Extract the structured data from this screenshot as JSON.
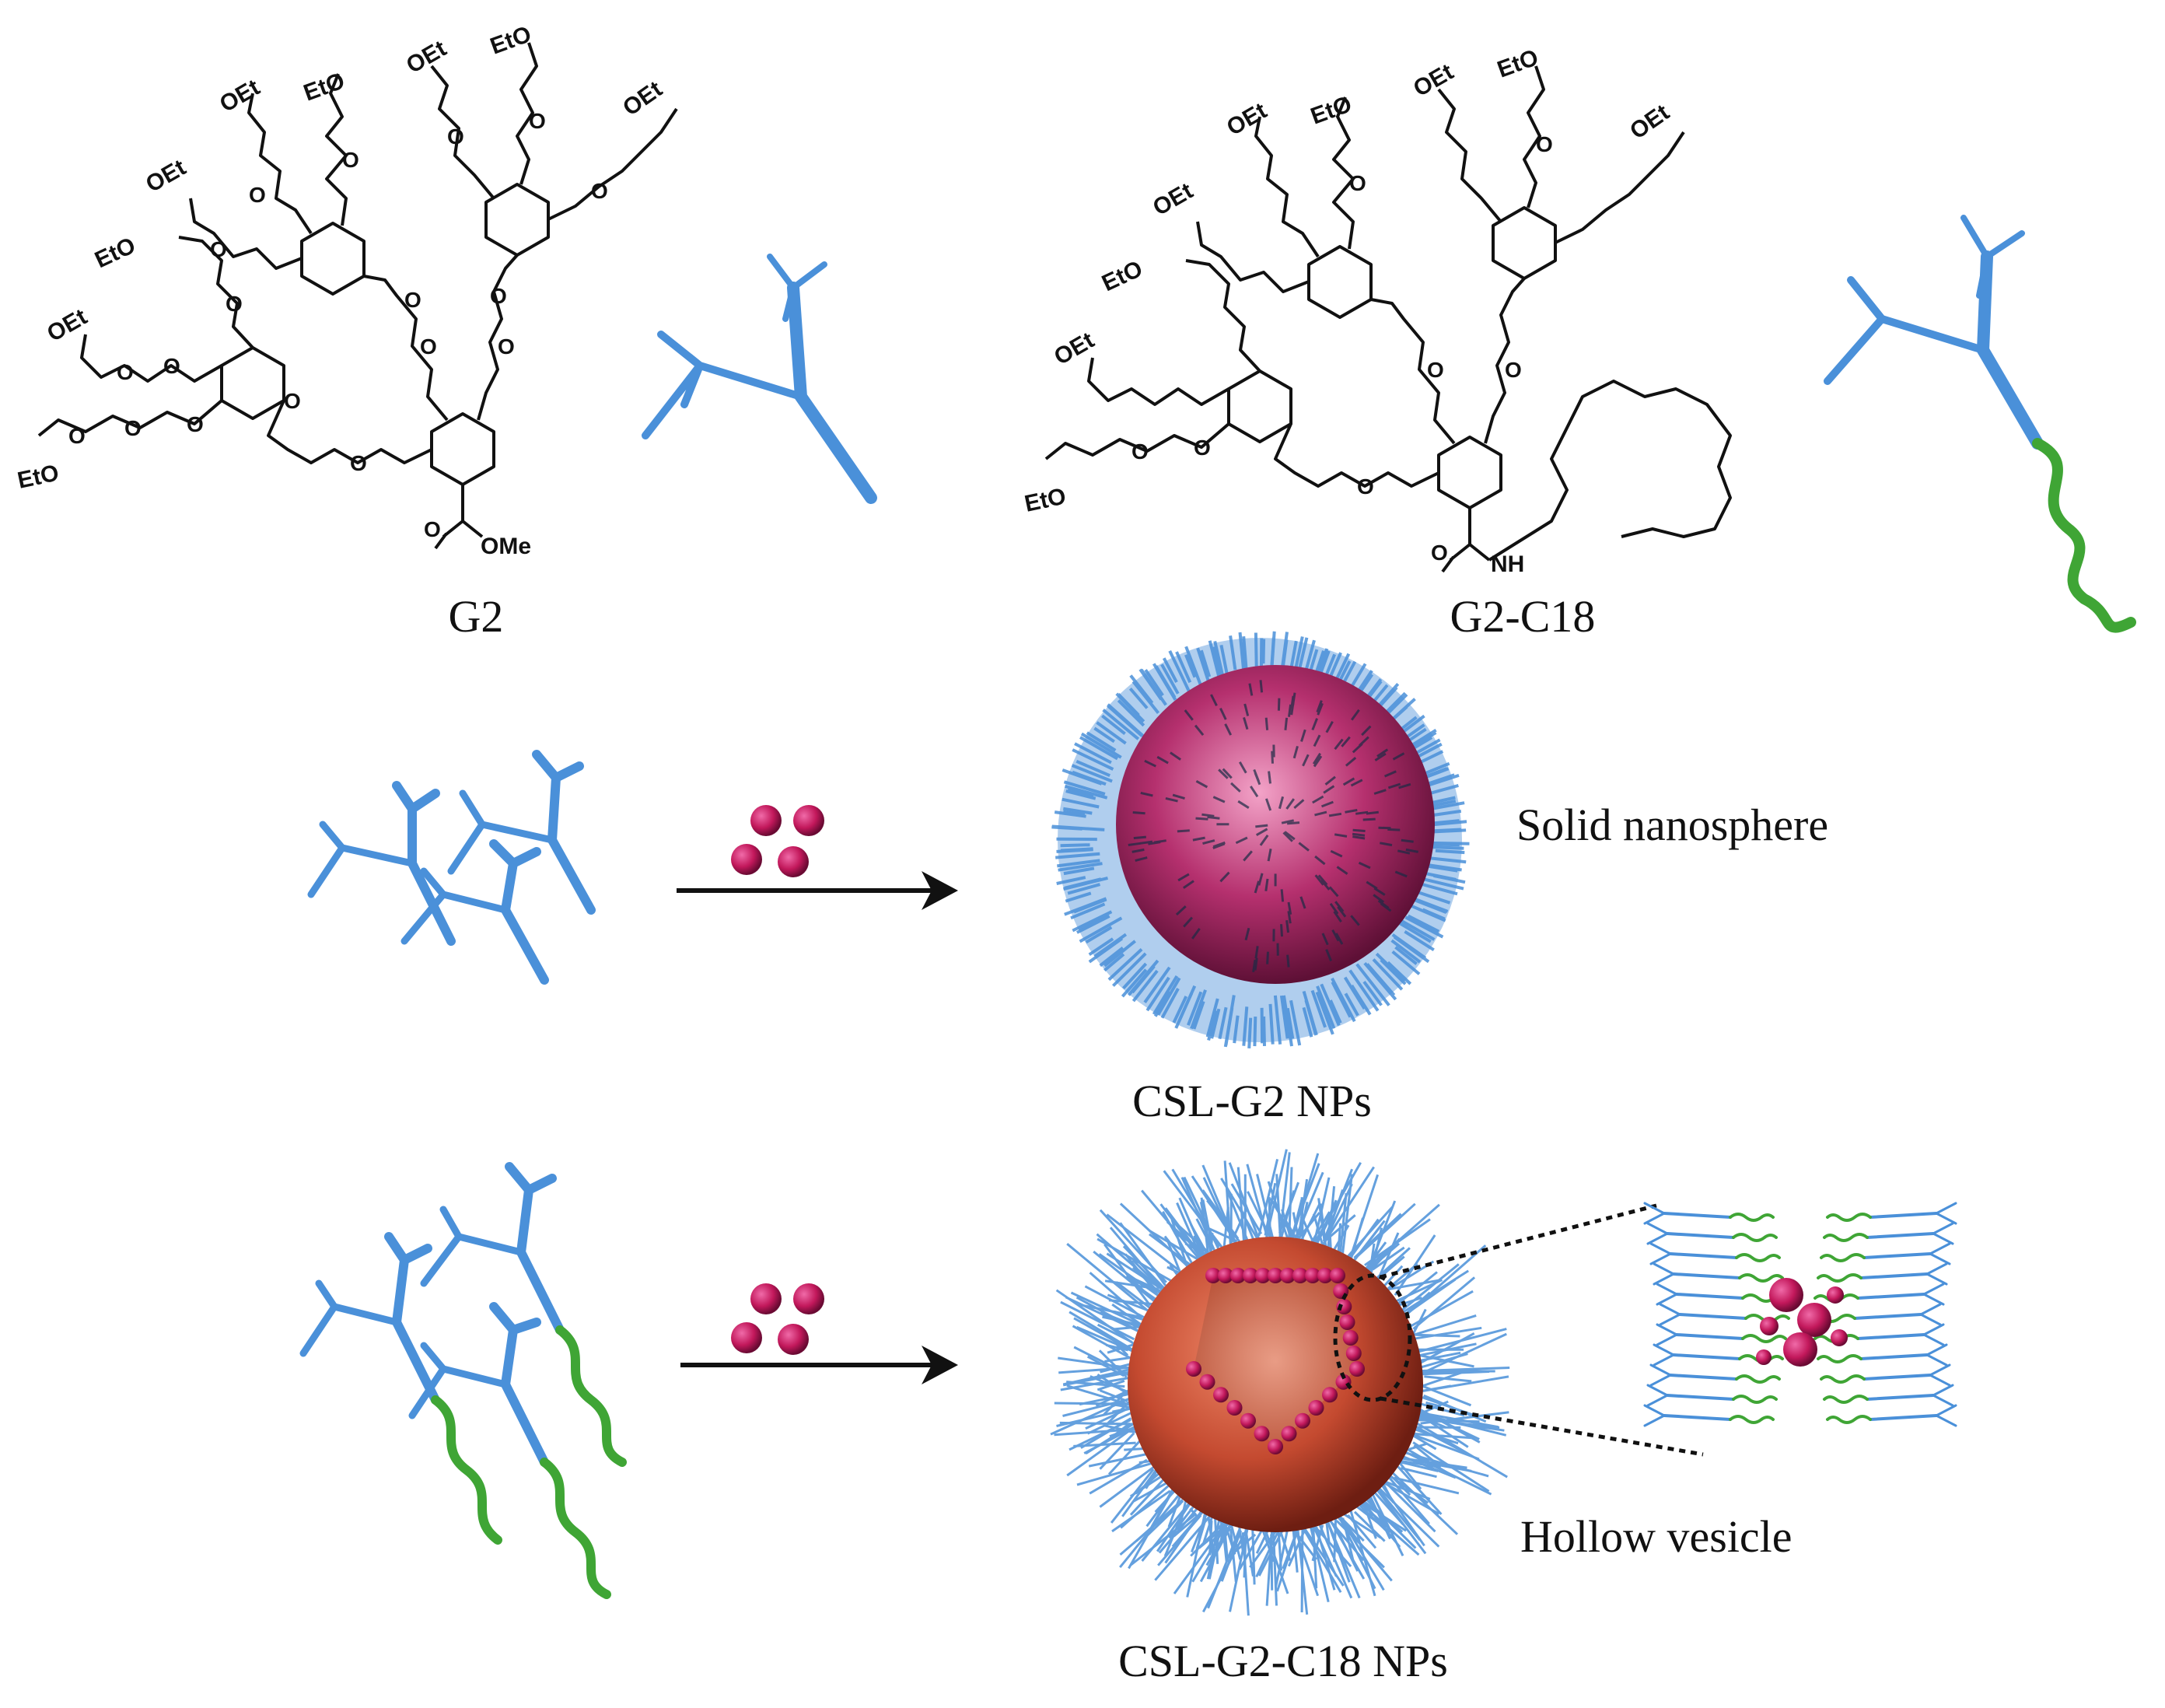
{
  "labels": {
    "g2": "G2",
    "g2_c18": "G2-C18",
    "solid": "Solid nanosphere",
    "csl_g2": "CSL-G2 NPs",
    "hollow": "Hollow vesicle",
    "csl_g2_c18": "CSL-G2-C18 NPs"
  },
  "chem": {
    "oet": "OEt",
    "eto": "EtO",
    "o": "O",
    "ome": "OMe",
    "nh": "NH"
  },
  "colors": {
    "dendron_blue": "#4a90d9",
    "alkyl_green": "#3fa535",
    "drug_magenta": "#c2185b",
    "sphere_core": "#b5306e",
    "vesicle_core": "#c44a30"
  }
}
